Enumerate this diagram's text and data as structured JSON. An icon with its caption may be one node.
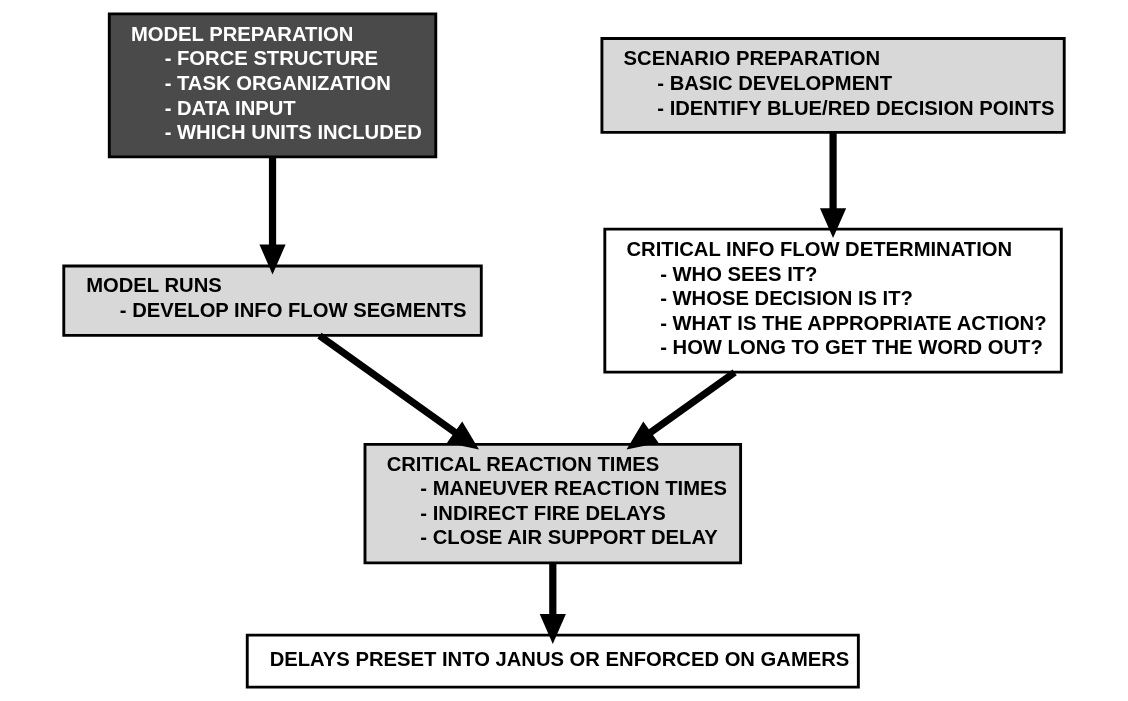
{
  "diagram": {
    "nodes": [
      {
        "text": [
          "MODEL PREPARATION",
          "- FORCE STRUCTURE",
          "- TASK ORGANIZATION",
          "- DATA INPUT",
          "- WHICH UNITS INCLUDED"
        ]
      },
      {
        "text": [
          "SCENARIO PREPARATION",
          "- BASIC DEVELOPMENT",
          "- IDENTIFY BLUE/RED DECISION POINTS"
        ]
      },
      {
        "text": [
          "MODEL RUNS",
          "- DEVELOP INFO FLOW SEGMENTS"
        ]
      },
      {
        "text": [
          "CRITICAL INFO FLOW DETERMINATION",
          "- WHO SEES IT?",
          "- WHOSE DECISION IS IT?",
          "- WHAT IS THE APPROPRIATE ACTION?",
          "- HOW LONG TO GET THE WORD OUT?"
        ]
      },
      {
        "text": [
          "CRITICAL REACTION TIMES",
          "- MANEUVER REACTION TIMES",
          "- INDIRECT FIRE DELAYS",
          "- CLOSE AIR SUPPORT DELAY"
        ]
      },
      {
        "text": [
          "DELAYS PRESET INTO JANUS OR ENFORCED ON GAMERS"
        ]
      }
    ],
    "edges": [
      {
        "from": 0,
        "to": 2,
        "arrow": "to"
      },
      {
        "from": 1,
        "to": 3,
        "arrow": "to"
      },
      {
        "from": 2,
        "to": 4,
        "arrow": "to"
      },
      {
        "from": 3,
        "to": 4,
        "arrow": "to"
      },
      {
        "from": 4,
        "to": 5,
        "arrow": "to"
      }
    ]
  }
}
